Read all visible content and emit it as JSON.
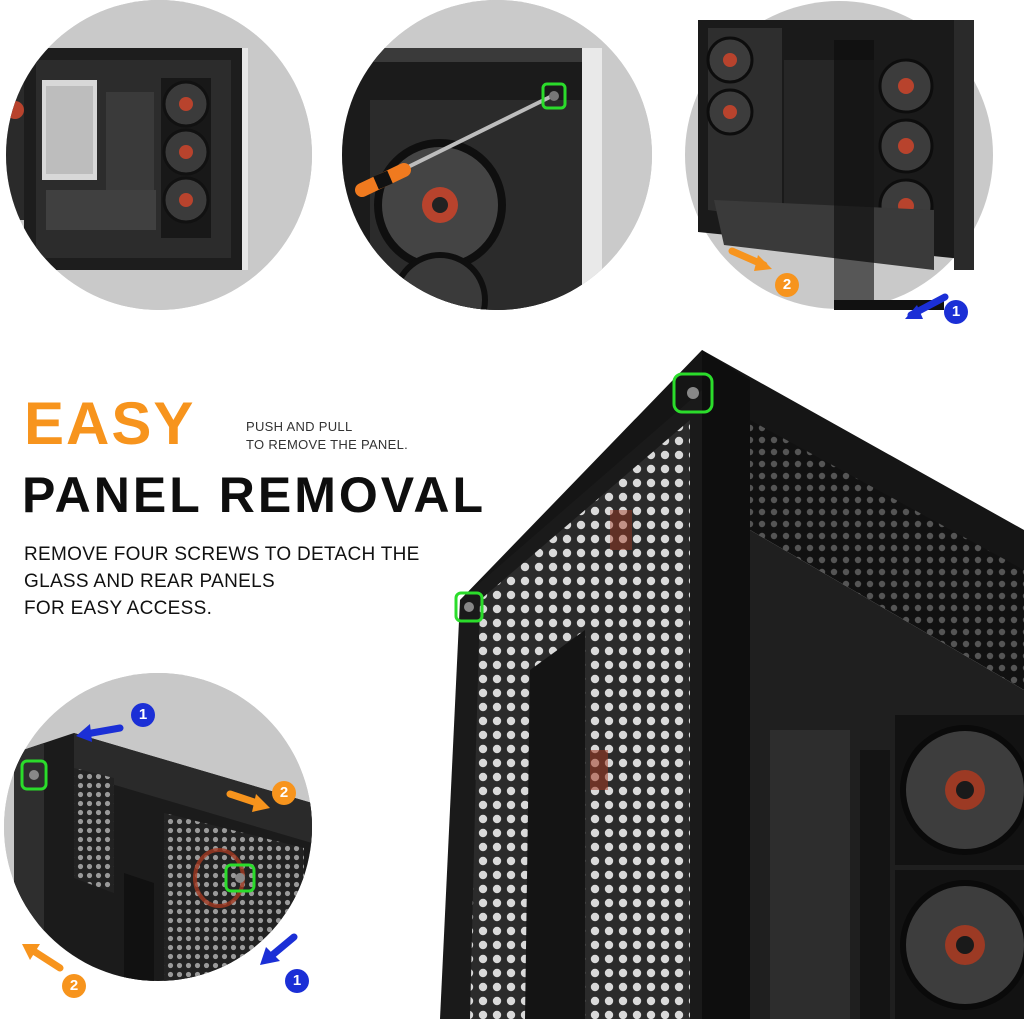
{
  "headline": {
    "accent": "EASY",
    "main": "PANEL REMOVAL"
  },
  "hint": {
    "line1": "PUSH AND PULL",
    "line2": "TO REMOVE THE PANEL."
  },
  "description": {
    "line1": "REMOVE FOUR SCREWS TO DETACH THE",
    "line2": "GLASS AND REAR PANELS",
    "line3": "FOR EASY ACCESS."
  },
  "steps": {
    "one": "1",
    "two": "2"
  },
  "colors": {
    "accent": "#f7941d",
    "step_blue": "#1b2fd6",
    "step_orange": "#f7941d",
    "screw_highlight": "#2bdc2b",
    "case_black": "#141414",
    "circle_bg": "#c8c8c8"
  },
  "icons": [
    "screwdriver-icon",
    "push-arrow-icon",
    "pull-arrow-icon",
    "screw-highlight-icon",
    "case-fan-icon"
  ]
}
